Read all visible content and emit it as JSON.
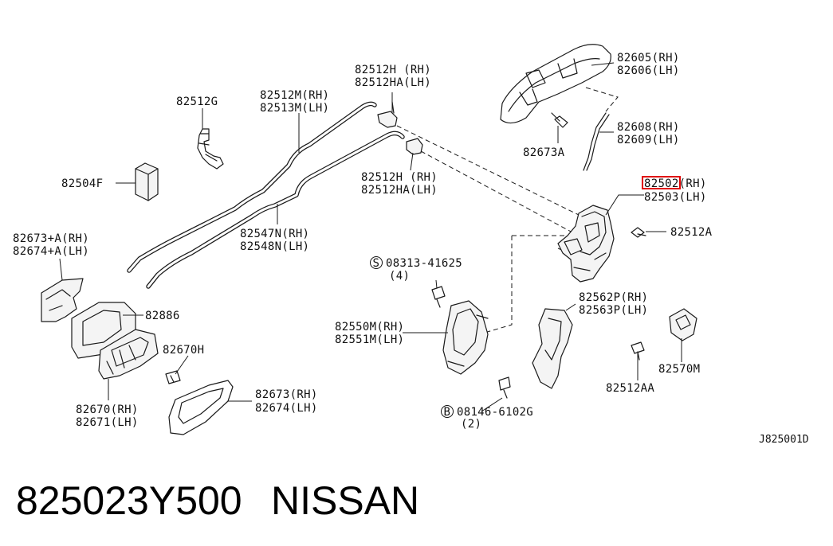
{
  "labels": {
    "p82512g": "82512G",
    "p82512m_rh": "82512M(RH)",
    "p82513m_lh": "82513M(LH)",
    "p82512h_rh_top": "82512H (RH)",
    "p82512ha_lh_top": "82512HA(LH)",
    "p82605_rh": "82605(RH)",
    "p82606_lh": "82606(LH)",
    "p82608_rh": "82608(RH)",
    "p82609_lh": "82609(LH)",
    "p82673a": "82673A",
    "p82504f": "82504F",
    "p82512h_rh_mid": "82512H (RH)",
    "p82512ha_lh_mid": "82512HA(LH)",
    "p82502_rh": "82502(RH)",
    "p82503_lh": "82503(LH)",
    "p82512a": "82512A",
    "p82673pa_rh": "82673+A(RH)",
    "p82674pa_lh": "82674+A(LH)",
    "p82547n_rh": "82547N(RH)",
    "p82548n_lh": "82548N(LH)",
    "p08313_num": "08313-41625",
    "p08313_qty": "(4)",
    "p82886": "82886",
    "p82562p_rh": "82562P(RH)",
    "p82563p_lh": "82563P(LH)",
    "p82670h": "82670H",
    "p82550m_rh": "82550M(RH)",
    "p82551m_lh": "82551M(LH)",
    "p82570m": "82570M",
    "p82512aa": "82512AA",
    "p82673_rh": "82673(RH)",
    "p82674_lh": "82674(LH)",
    "p82670_rh": "82670(RH)",
    "p82671_lh": "82671(LH)",
    "p08146_num": "08146-6102G",
    "p08146_qty": "(2)",
    "bolt_s_symbol": "S",
    "bolt_b_symbol": "B",
    "diagram_ref": "J825001D"
  },
  "footer": {
    "part_number": "825023Y500",
    "brand": "NISSAN"
  },
  "highlight": {
    "target_part": "82502",
    "color": "#e00000"
  }
}
